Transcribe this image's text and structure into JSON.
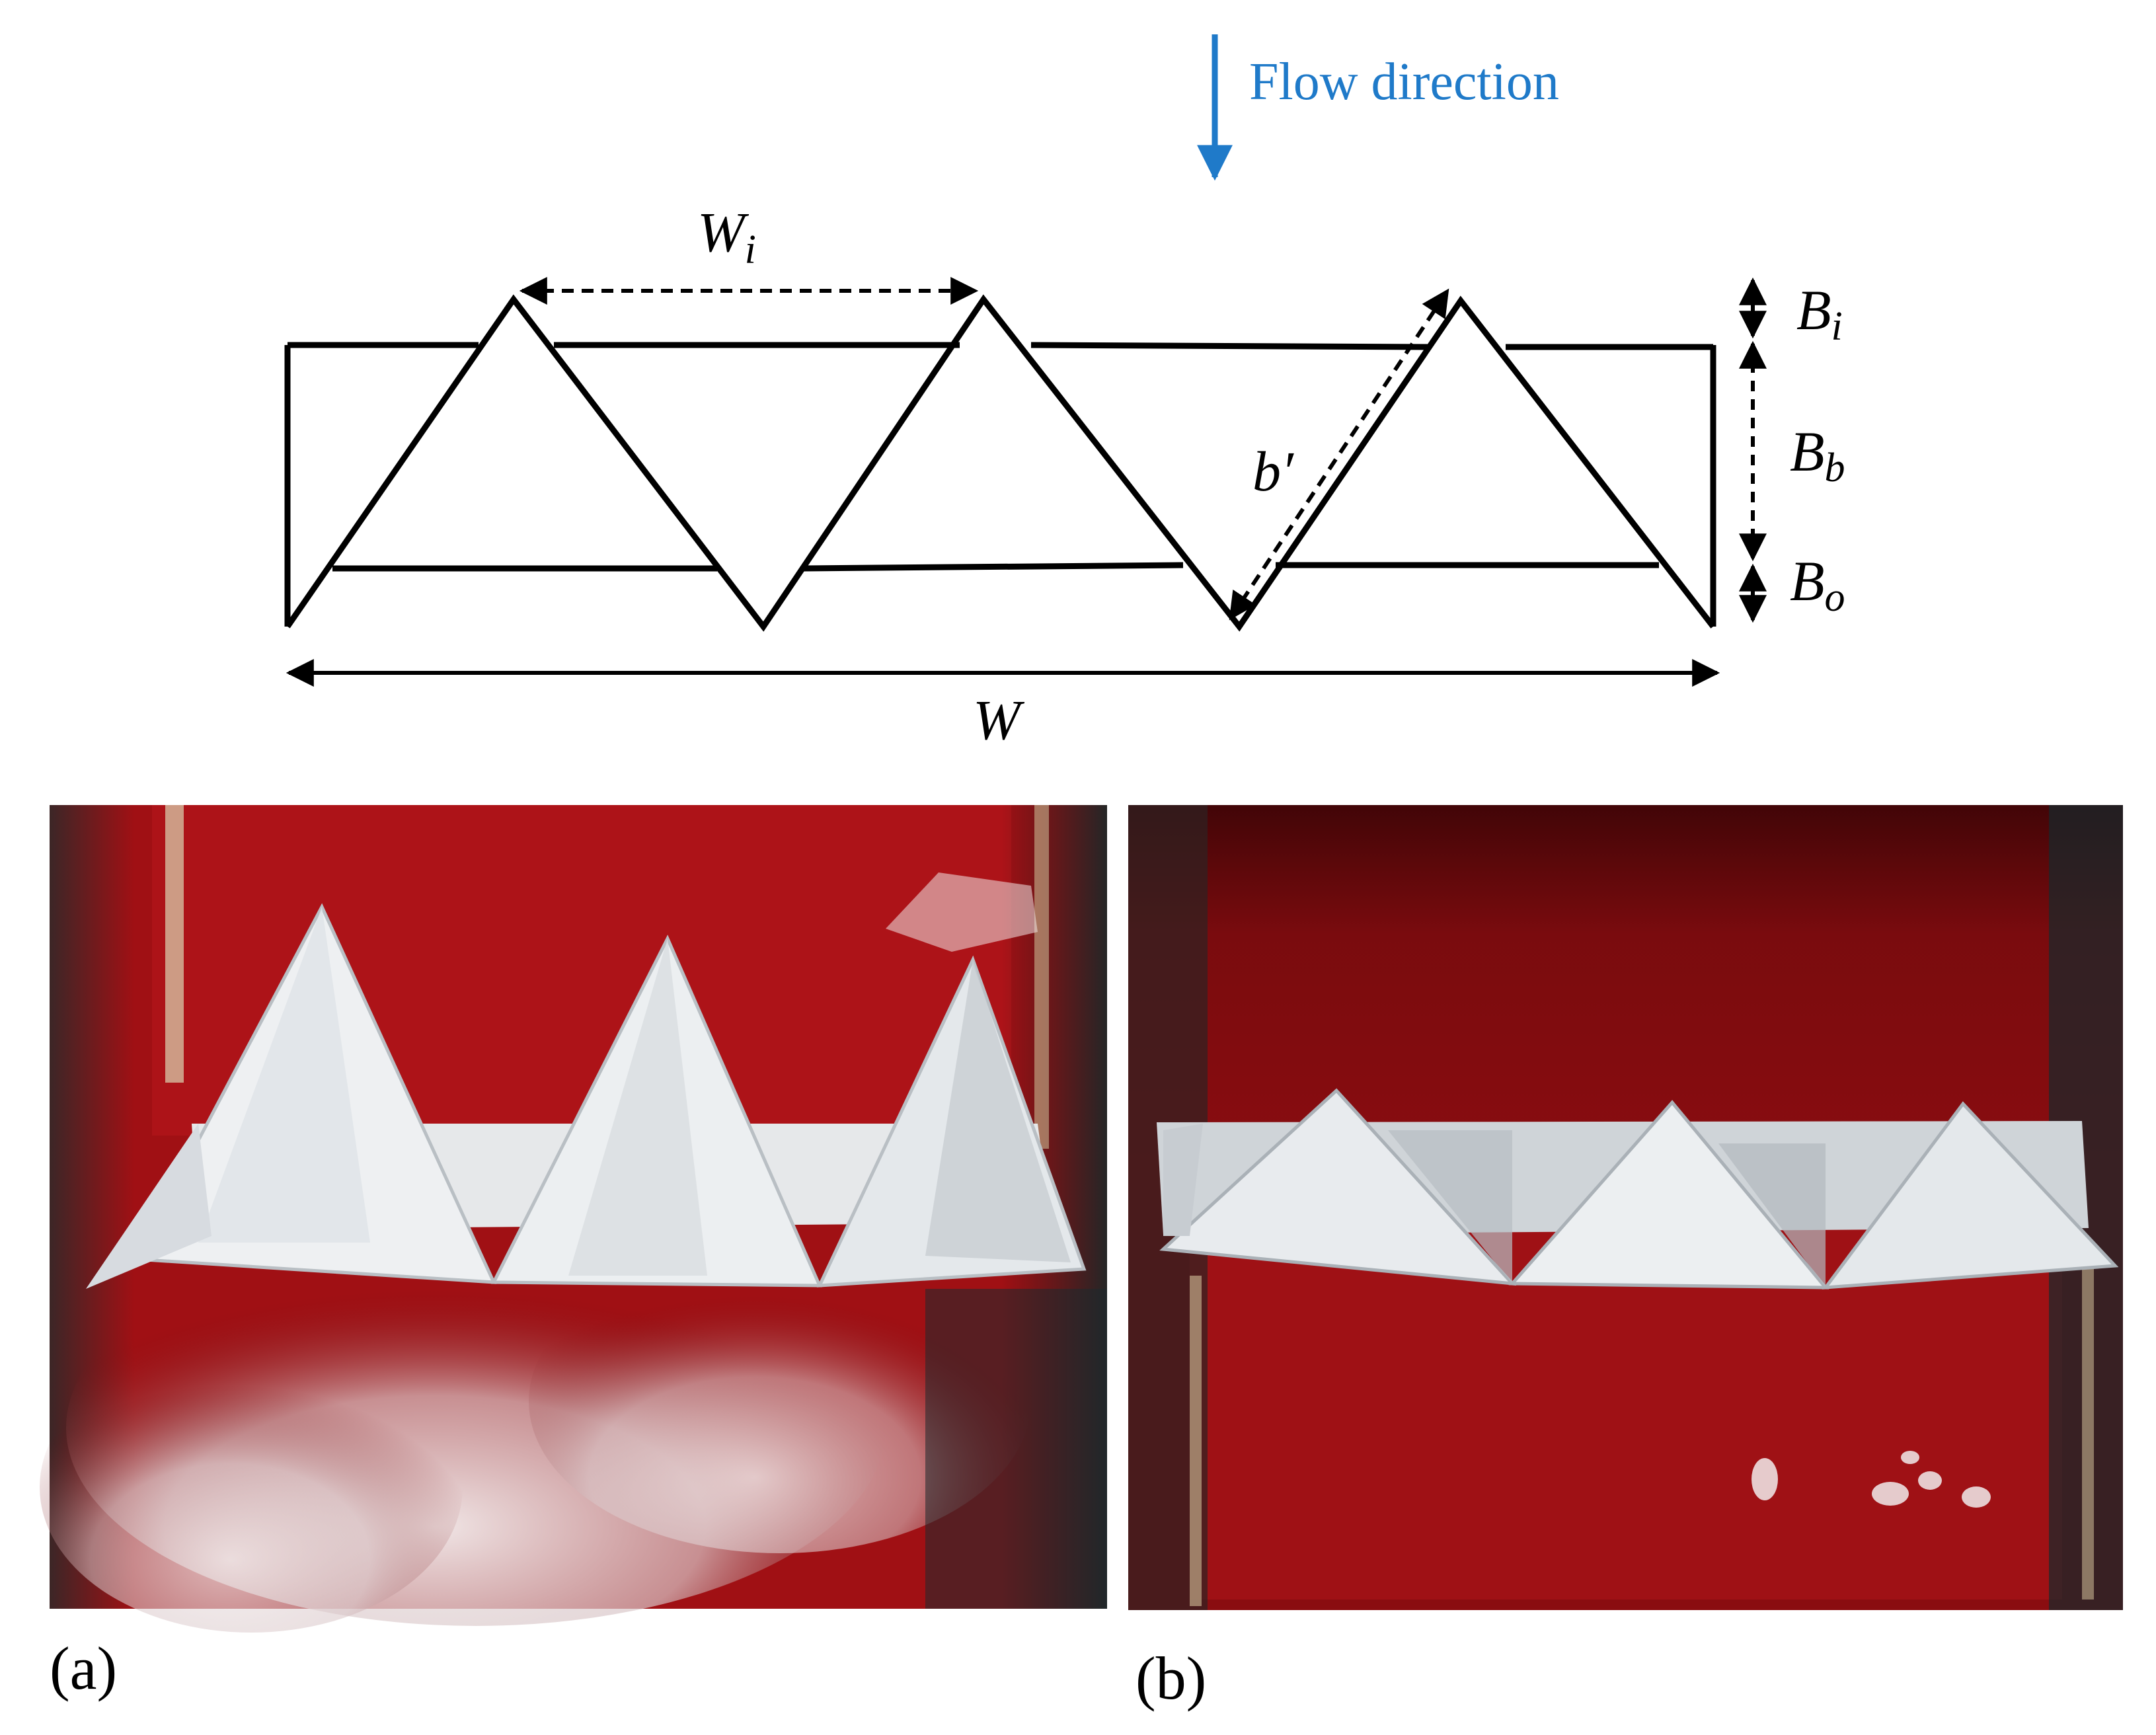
{
  "schematic": {
    "flow_label": "Flow direction",
    "flow_color": "#1f7ac9",
    "labels": {
      "Wi_main": "W",
      "Wi_sub": "i",
      "W": "W",
      "b_prime": "b′",
      "Bi_main": "B",
      "Bi_sub": "i",
      "Bb_main": "B",
      "Bb_sub": "b",
      "Bo_main": "B",
      "Bo_sub": "o"
    }
  },
  "photos": {
    "a": {
      "label": "(a)",
      "background": "#9e0f12",
      "weir": "#e9ecef"
    },
    "b": {
      "label": "(b)",
      "background": "#8c0d10",
      "weir": "#dfe3e6"
    }
  }
}
